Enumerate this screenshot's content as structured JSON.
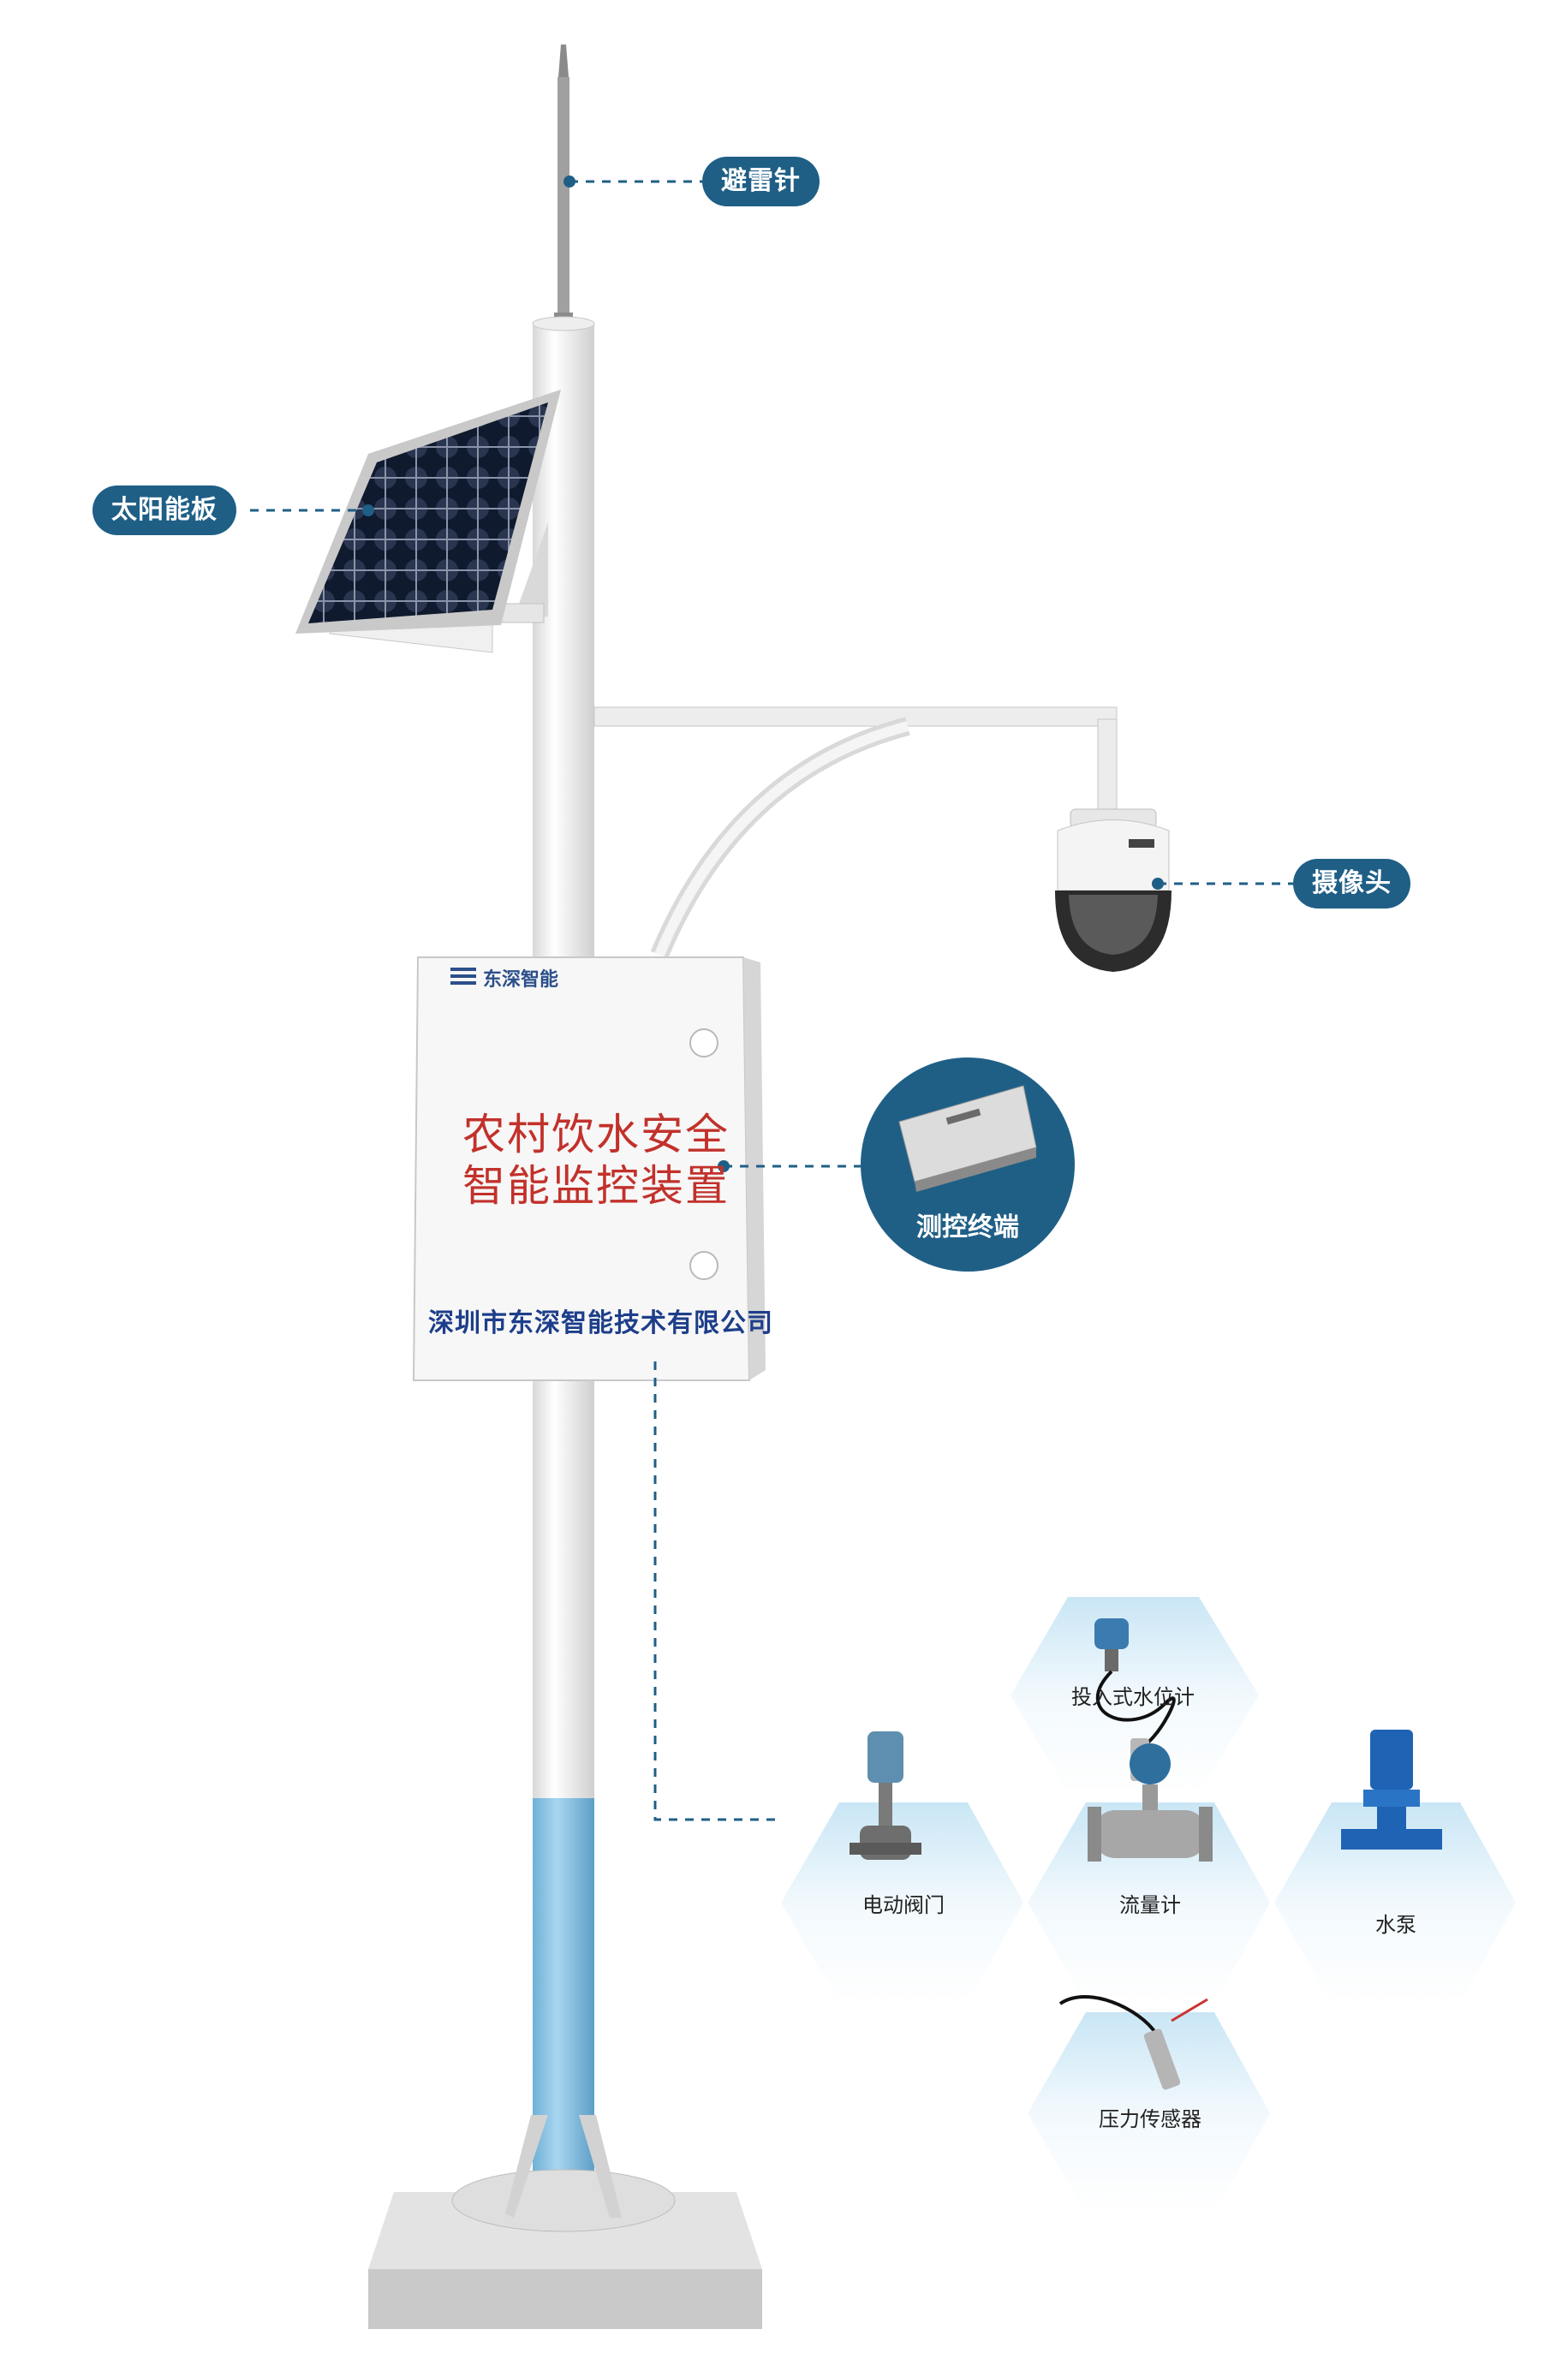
{
  "callouts": {
    "lightning_rod": "避雷针",
    "solar_panel": "太阳能板",
    "camera": "摄像头",
    "terminal": "测控终端"
  },
  "cabinet": {
    "brand": "东深智能",
    "title_line1": "农村饮水安全",
    "title_line2": "智能监控装置",
    "company": "深圳市东深智能技术有限公司"
  },
  "sensors": [
    {
      "label": "投入式水位计",
      "icon": "level-gauge-icon"
    },
    {
      "label": "电动阀门",
      "icon": "electric-valve-icon"
    },
    {
      "label": "流量计",
      "icon": "flowmeter-icon"
    },
    {
      "label": "水泵",
      "icon": "water-pump-icon"
    },
    {
      "label": "压力传感器",
      "icon": "pressure-sensor-icon"
    }
  ],
  "colors": {
    "accent": "#1f5f86",
    "title_red": "#c2312b",
    "company_blue": "#1d3e8a",
    "pole_blue": "#8ec7e6"
  }
}
